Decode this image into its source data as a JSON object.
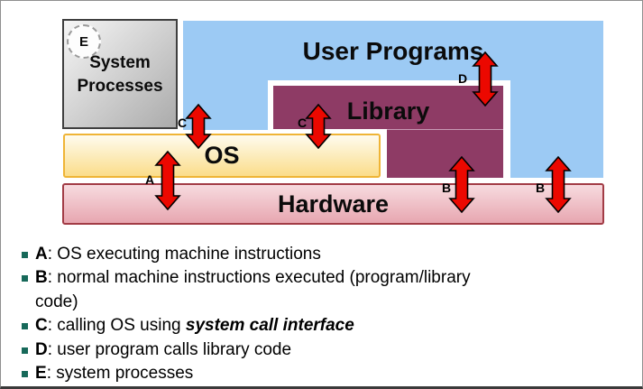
{
  "colors": {
    "blue": "#9ccaf4",
    "purple": "#8e3b65",
    "purple_seam": "#c79ab4",
    "gray_light": "#f6f6f6",
    "gray_dark": "#ababab",
    "gray_border": "#3f3f3f",
    "os_light": "#fefbee",
    "os_dark": "#fbdd8a",
    "os_border": "#efb436",
    "hw_light": "#f7dbdf",
    "hw_dark": "#e7a6b0",
    "hw_border": "#a23c46",
    "arrow_red": "#ec0800",
    "bullet_teal": "#17695a",
    "text": "#0b0b0b"
  },
  "diagram": {
    "user_programs_label": "User Programs",
    "library_label": "Library",
    "os_label": "OS",
    "hardware_label": "Hardware",
    "system_processes_line1": "System",
    "system_processes_line2": "Processes",
    "badge_e": "E",
    "arrows": [
      {
        "label": "A"
      },
      {
        "label": "B"
      },
      {
        "label": "B"
      },
      {
        "label": "C"
      },
      {
        "label": "C"
      },
      {
        "label": "D"
      }
    ]
  },
  "legend": {
    "items": [
      {
        "lines": [
          [
            {
              "t": "A",
              "b": 1
            },
            {
              "t": ": OS executing machine instructions"
            }
          ]
        ]
      },
      {
        "lines": [
          [
            {
              "t": "B",
              "b": 1
            },
            {
              "t": ": normal machine instructions executed (program/library"
            }
          ],
          [
            {
              "t": "code)"
            }
          ]
        ]
      },
      {
        "lines": [
          [
            {
              "t": "C",
              "b": 1
            },
            {
              "t": ": calling OS using "
            },
            {
              "t": "system call interface",
              "b": 1,
              "i": 1
            }
          ]
        ]
      },
      {
        "lines": [
          [
            {
              "t": "D",
              "b": 1
            },
            {
              "t": ": user program calls library code"
            }
          ]
        ]
      },
      {
        "lines": [
          [
            {
              "t": "E",
              "b": 1
            },
            {
              "t": ": system processes"
            }
          ]
        ]
      }
    ]
  }
}
